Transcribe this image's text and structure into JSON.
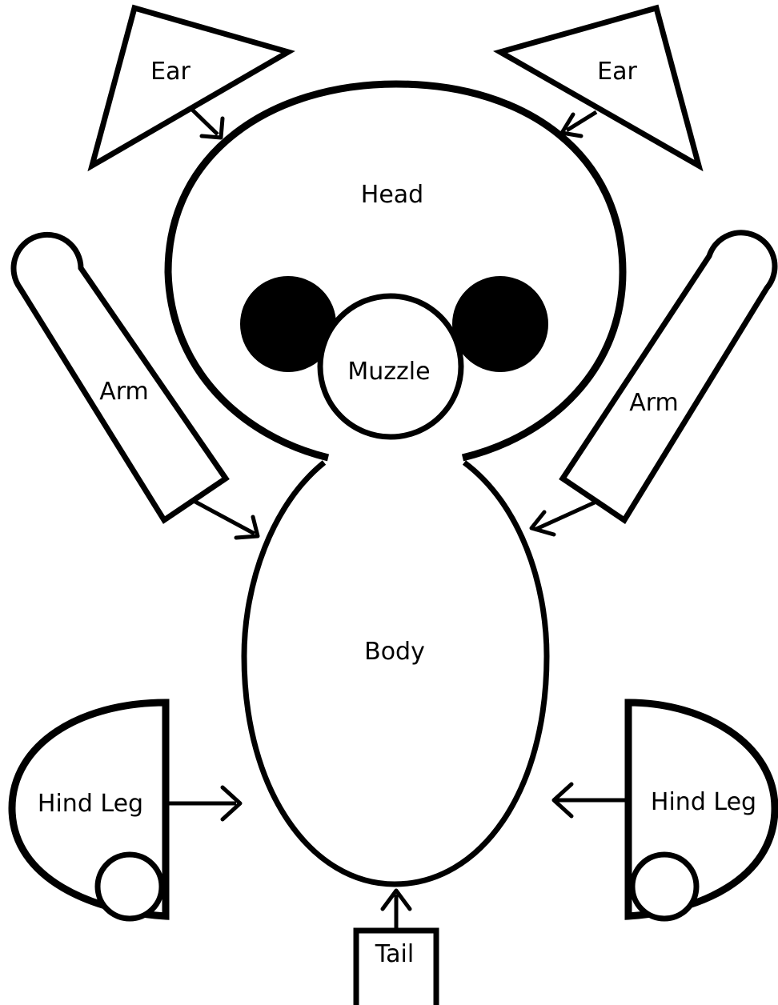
{
  "labels": {
    "ear_left": "Ear",
    "ear_right": "Ear",
    "head": "Head",
    "muzzle": "Muzzle",
    "arm_left": "Arm",
    "arm_right": "Arm",
    "body": "Body",
    "hind_leg_left": "Hind Leg",
    "hind_leg_right": "Hind Leg",
    "tail": "Tail"
  },
  "colors": {
    "stroke": "#000000",
    "fill": "#ffffff",
    "eye": "#000000"
  }
}
